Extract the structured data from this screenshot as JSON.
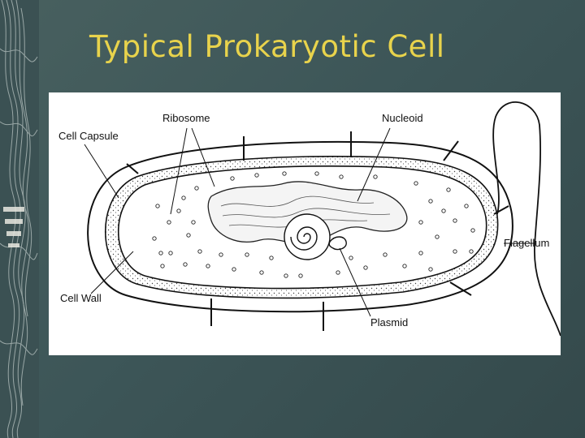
{
  "slide": {
    "title": "Typical Prokaryotic Cell",
    "title_color": "#e8d34c",
    "background_color": "#3f5a5c"
  },
  "diagram": {
    "labels": {
      "ribosome": "Ribosome",
      "cell_capsule": "Cell Capsule",
      "nucleoid": "Nucleoid",
      "flagellum": "Flagellum",
      "cell_wall": "Cell Wall",
      "plasmid": "Plasmid"
    }
  }
}
